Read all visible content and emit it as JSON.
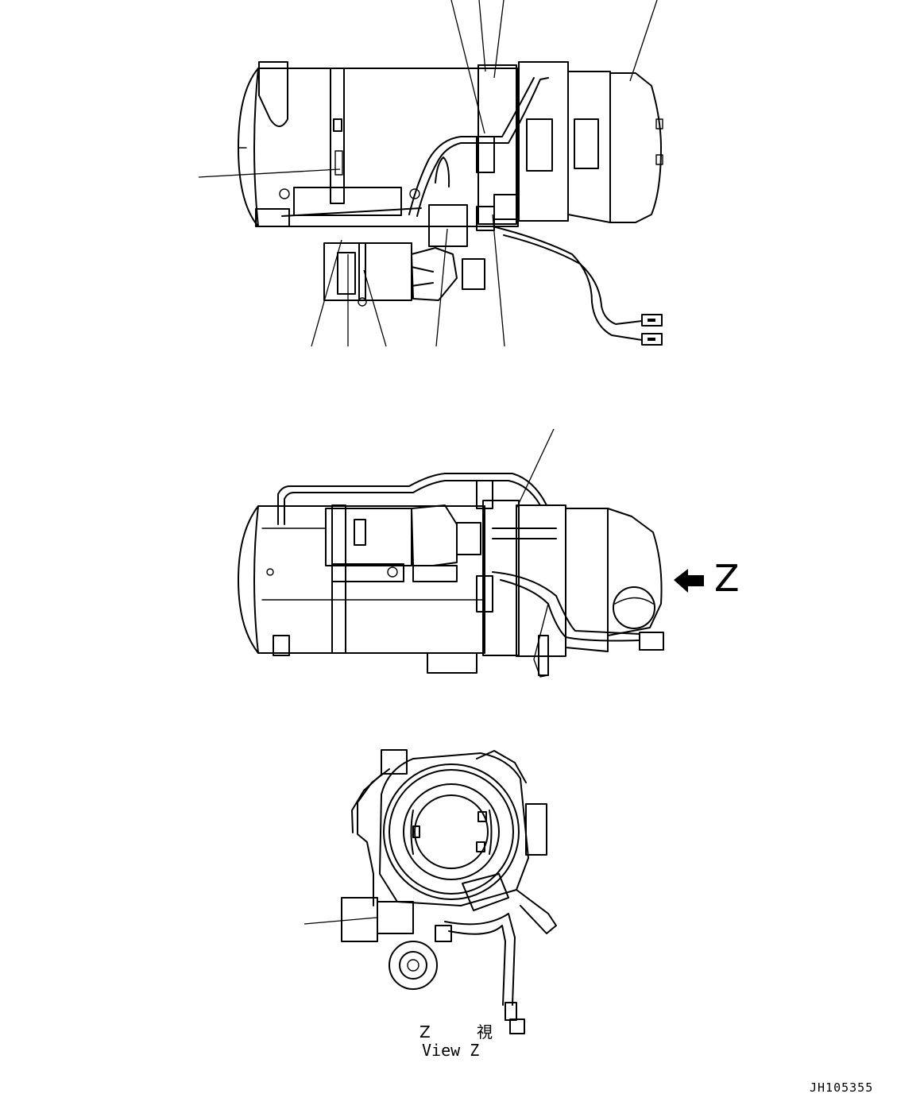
{
  "figure": {
    "direction_arrow_label": "Z",
    "view_caption_jp": "Z 視",
    "view_caption_en": "View Z",
    "drawing_code": "JH105355"
  },
  "colors": {
    "line": "#000000",
    "background": "#ffffff"
  },
  "views": [
    "top-view",
    "side-view",
    "end-view-z"
  ]
}
